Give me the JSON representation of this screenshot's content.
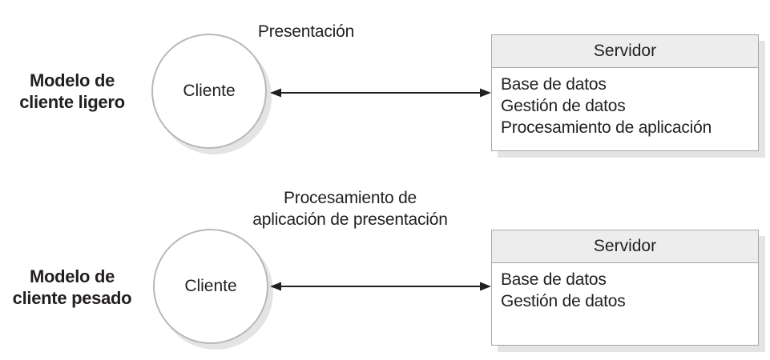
{
  "models": [
    {
      "name_line1": "Modelo de",
      "name_line2": "cliente ligero",
      "client_label": "Cliente",
      "client_role": [
        "Presentación"
      ],
      "server_title": "Servidor",
      "server_items": [
        "Base de datos",
        "Gestión de datos",
        "Procesamiento de aplicación"
      ]
    },
    {
      "name_line1": "Modelo de",
      "name_line2": "cliente pesado",
      "client_label": "Cliente",
      "client_role": [
        "Procesamiento de",
        "aplicación de presentación"
      ],
      "server_title": "Servidor",
      "server_items": [
        "Base de datos",
        "Gestión de datos"
      ]
    }
  ],
  "colors": {
    "text": "#231f20",
    "circle_border": "#b8b8b8",
    "box_border": "#a6a6a6",
    "header_fill": "#ededed",
    "shadow": "#e4e4e4",
    "arrow": "#231f20",
    "bg": "#ffffff"
  }
}
